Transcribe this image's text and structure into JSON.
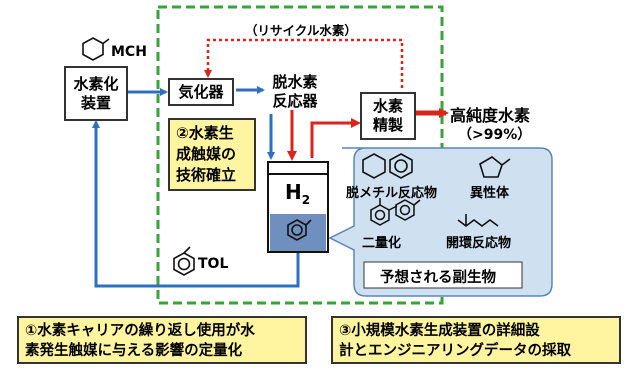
{
  "labels": {
    "recycle": "（リサイクル水素）",
    "mch": "MCH",
    "tol": "TOL",
    "h2": "H",
    "h2_sub": "2",
    "high_purity_line1": "高純度水素",
    "high_purity_line2": "（>99%）"
  },
  "nodes": {
    "hydrogenation": [
      "水素化",
      "装置"
    ],
    "vaporizer": "気化器",
    "dehydro": [
      "脱水素",
      "反応器"
    ],
    "purification": [
      "水素",
      "精製"
    ]
  },
  "catalyst_box": [
    "②水素生",
    "成触媒の",
    "技術確立"
  ],
  "byproducts": {
    "demethyl": "脱メチル反応物",
    "isomer": "異性体",
    "dimer": "二量化",
    "ring_open": "開環反応物",
    "caption": "予想される副生物"
  },
  "bottom": {
    "left": [
      "①水素キャリアの繰り返し使用が水",
      "素発生触媒に与える影響の定量化"
    ],
    "right": [
      "③小規模水素生成装置の詳細設",
      "計とエンジニアリングデータの採取"
    ]
  },
  "colors": {
    "blue_flow": "#2e6fbf",
    "red_flow": "#d9261c",
    "green_dash": "#3aa23a",
    "callout_fill": "#cfe0f1",
    "callout_border": "#5a86b5",
    "yellow_box": "#fff5a0",
    "tank_liquid": "#6f8fbf"
  },
  "icons": [
    "methylcyclohexane-icon",
    "toluene-icon",
    "cyclohexane-icon",
    "benzene-icon",
    "methylcyclopentane-icon",
    "biphenyl-icon",
    "heptane-icon"
  ]
}
